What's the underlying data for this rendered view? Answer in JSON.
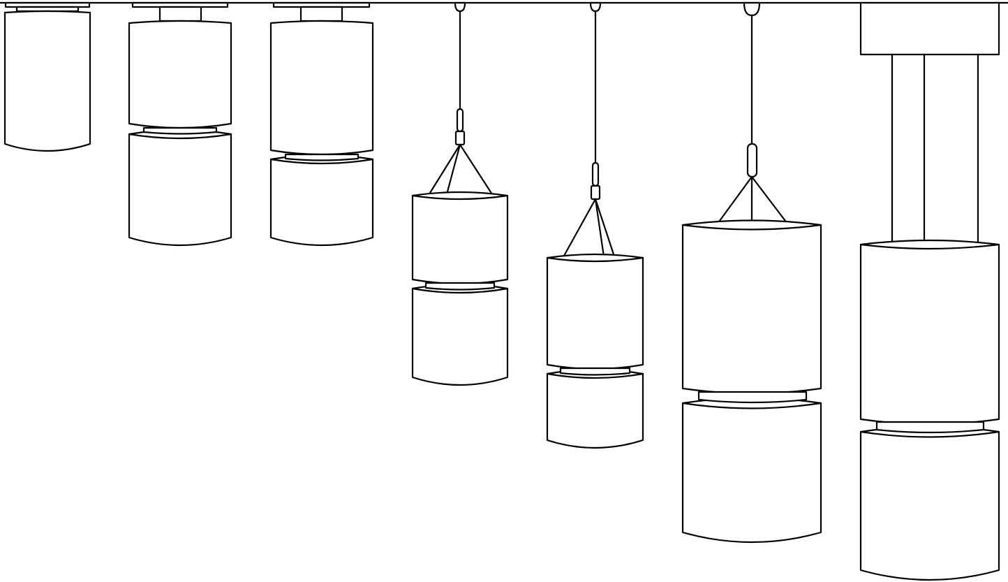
{
  "colors": {
    "background": "#ffffff",
    "stroke": "#000000"
  },
  "fixtures": [
    {
      "id": "pendant-1",
      "mount": "surface",
      "sections": 1
    },
    {
      "id": "pendant-2",
      "mount": "surface",
      "sections": 2
    },
    {
      "id": "pendant-3",
      "mount": "surface",
      "sections": 2
    },
    {
      "id": "pendant-4",
      "mount": "cable-3-leg",
      "sections": 2
    },
    {
      "id": "pendant-5",
      "mount": "cable-3-leg",
      "sections": 2
    },
    {
      "id": "pendant-6",
      "mount": "cable-3-leg",
      "sections": 2
    },
    {
      "id": "pendant-7",
      "mount": "rod-3",
      "sections": 2
    }
  ]
}
